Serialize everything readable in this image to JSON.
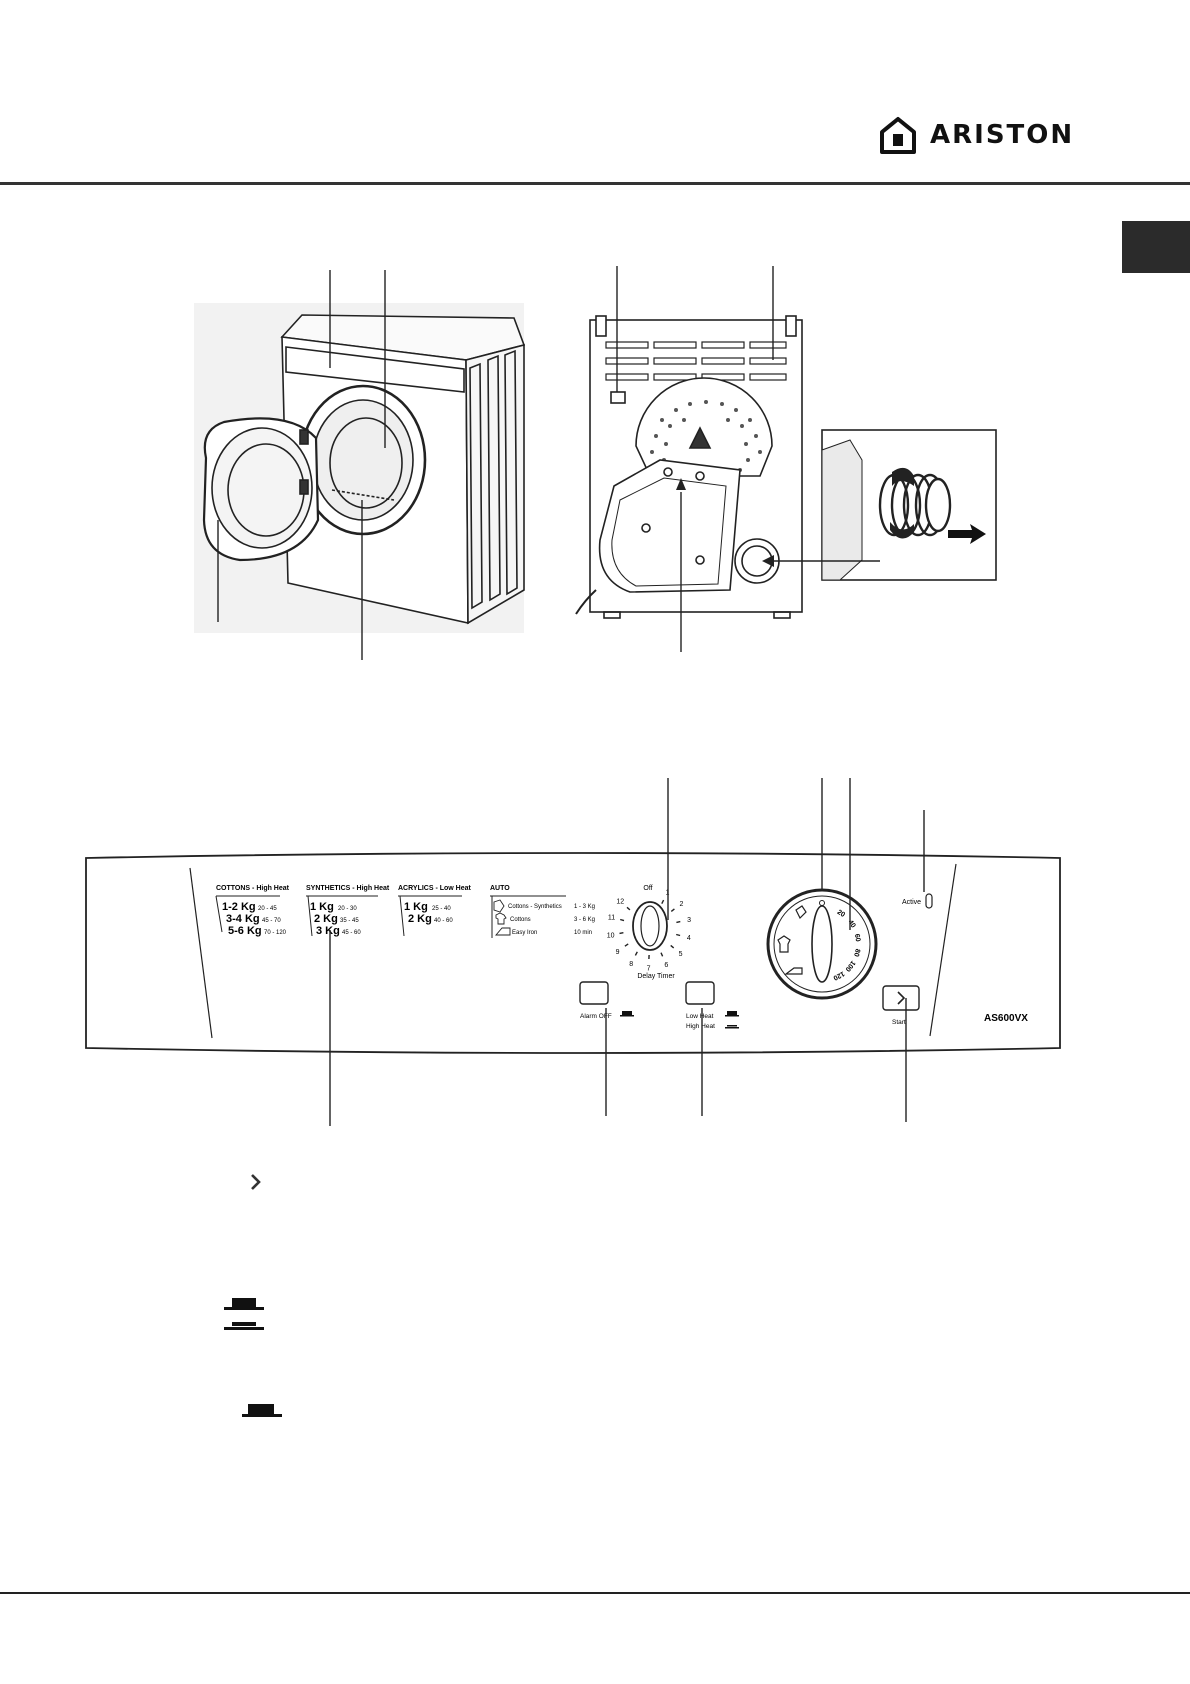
{
  "brand": {
    "name": "ARISTON",
    "logo_icon": "house-logo-icon"
  },
  "side_tab": {
    "color": "#2b2b2b"
  },
  "control_panel": {
    "cottons": {
      "header": "COTTONS - High Heat",
      "rows": [
        {
          "load": "1-2 Kg",
          "time": "20 - 45"
        },
        {
          "load": "3-4 Kg",
          "time": "45 - 70"
        },
        {
          "load": "5-6 Kg",
          "time": "70 - 120"
        }
      ]
    },
    "synthetics": {
      "header": "SYNTHETICS - High Heat",
      "rows": [
        {
          "load": "1 Kg",
          "time": "20 - 30"
        },
        {
          "load": "2 Kg",
          "time": "35 - 45"
        },
        {
          "load": "3 Kg",
          "time": "45 - 60"
        }
      ]
    },
    "acrylics": {
      "header": "ACRYLICS - Low Heat",
      "rows": [
        {
          "load": "1 Kg",
          "time": "25 - 40"
        },
        {
          "load": "2 Kg",
          "time": "40 - 60"
        }
      ]
    },
    "auto": {
      "header": "AUTO",
      "rows": [
        {
          "label": "Cottons - Synthetics",
          "value": "1 - 3 Kg",
          "icon": "shirt-fold-icon"
        },
        {
          "label": "Cottons",
          "value": "3 - 6 Kg",
          "icon": "shirt-icon"
        },
        {
          "label": "Easy Iron",
          "value": "10 min",
          "icon": "iron-icon"
        }
      ]
    },
    "delay_timer": {
      "label": "Delay Timer",
      "off": "Off",
      "numbers": [
        "1",
        "2",
        "3",
        "4",
        "5",
        "6",
        "7",
        "8",
        "9",
        "10",
        "11",
        "12"
      ]
    },
    "timer_dial": {
      "numbers": [
        "20",
        "40",
        "60",
        "80",
        "100",
        "120"
      ]
    },
    "active_label": "Active",
    "alarm_off_label": "Alarm OFF",
    "low_heat_label": "Low Heat",
    "high_heat_label": "High Heat",
    "start_label": "Start",
    "model": "AS600VX"
  },
  "legend": {
    "start_icon": "chevron-right-icon",
    "heat_icons": [
      "low-heat-icon",
      "high-heat-icon"
    ],
    "alarm_icon": "alarm-off-icon"
  }
}
